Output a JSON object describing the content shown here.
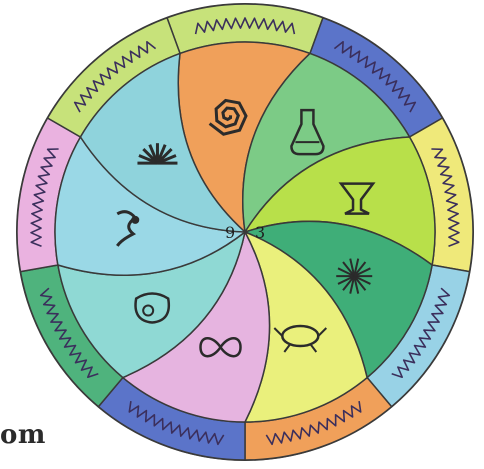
{
  "corner_text": "om",
  "colors": {
    "outline": "#3a3a3a",
    "page_bg": "#ffffff"
  },
  "wheel": {
    "description_free": true,
    "center_marks": [
      "9",
      "3"
    ],
    "segments": [
      {
        "inner_color": "#f0a05a",
        "ring_color": "#c7e27a",
        "ring_label": "",
        "icon": "spiral-icon"
      },
      {
        "inner_color": "#7ccb86",
        "ring_color": "#5b74c9",
        "ring_label": "",
        "icon": "flask-icon"
      },
      {
        "inner_color": "#b8e04a",
        "ring_color": "#efe97a",
        "ring_label": "",
        "icon": "goblet-icon"
      },
      {
        "inner_color": "#3fae78",
        "ring_color": "#98d2e6",
        "ring_label": "",
        "icon": "star-cluster-icon"
      },
      {
        "inner_color": "#eaf07c",
        "ring_color": "#f0a05a",
        "ring_label": "",
        "icon": "crab-icon"
      },
      {
        "inner_color": "#e6b4e0",
        "ring_color": "#5b74c9",
        "ring_label": "",
        "icon": "infinity-icon"
      },
      {
        "inner_color": "#8fd9d4",
        "ring_color": "#4fb37d",
        "ring_label": "",
        "icon": "pouch-icon"
      },
      {
        "inner_color": "#9ad8e6",
        "ring_color": "#eab2e0",
        "ring_label": "",
        "icon": "scribble-icon"
      },
      {
        "inner_color": "#8fd3dc",
        "ring_color": "#c7e27a",
        "ring_label": "",
        "icon": "fan-icon"
      }
    ]
  }
}
